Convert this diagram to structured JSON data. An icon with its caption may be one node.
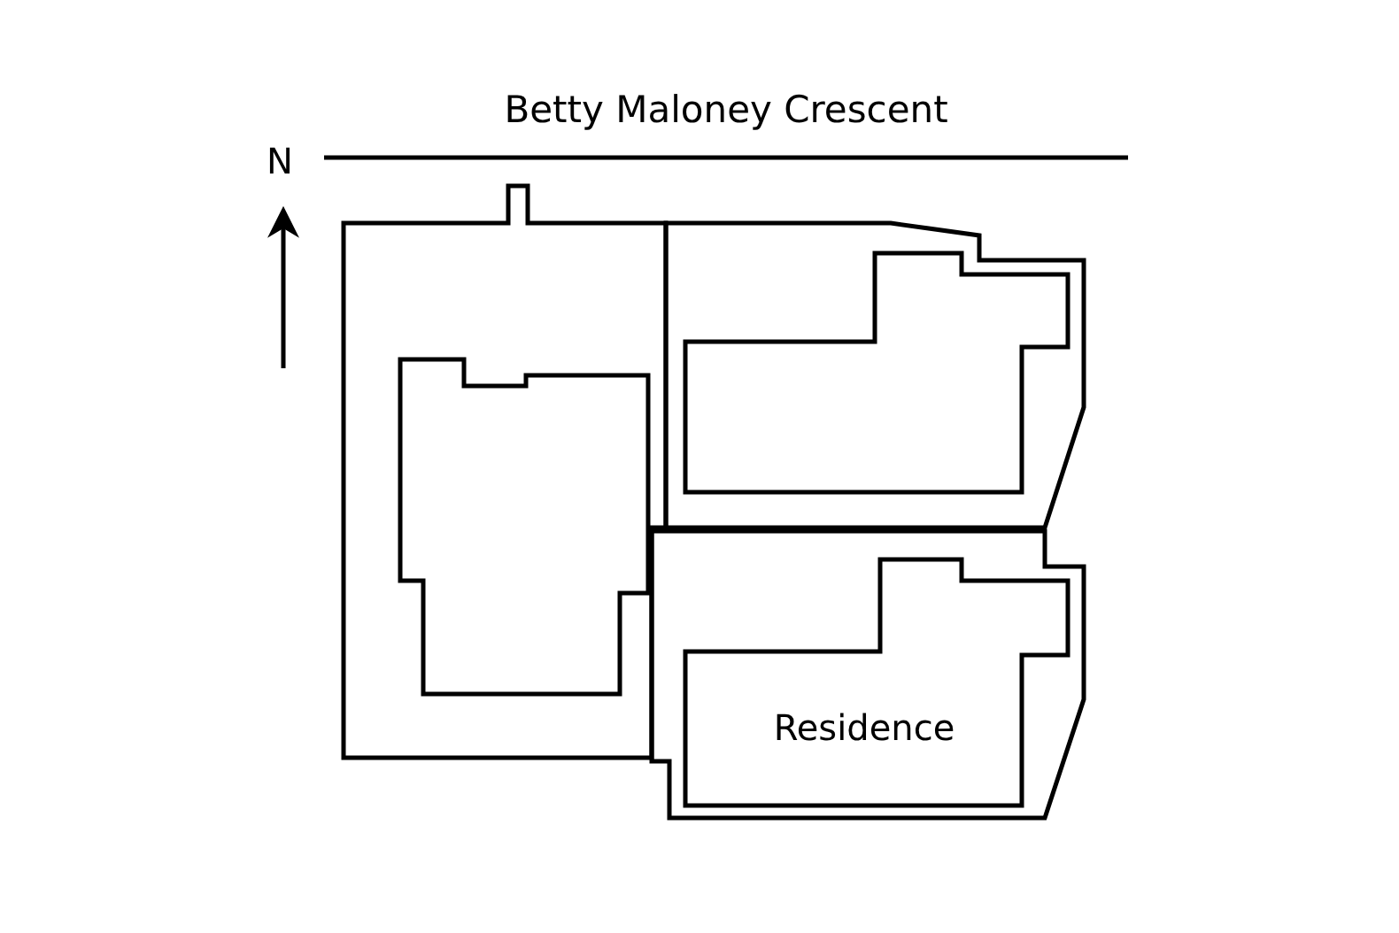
{
  "diagram": {
    "nodes": [
      {
        "text": [],
        "shape": "box"
      },
      {
        "text": [],
        "shape": "box"
      },
      {
        "text": [
          "Residence"
        ]
      }
    ],
    "labels": [
      "Betty Maloney Crescent",
      "N"
    ]
  }
}
